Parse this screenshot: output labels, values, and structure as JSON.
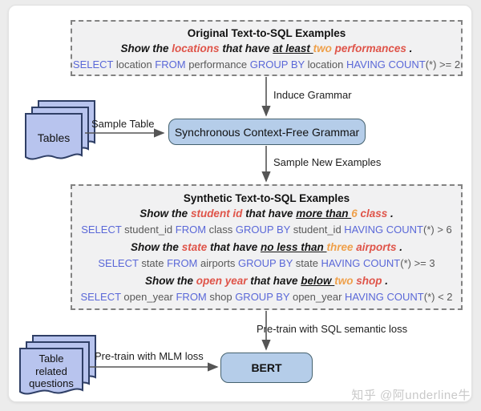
{
  "original_box": {
    "title": "Original Text-to-SQL Examples",
    "examples": [
      {
        "nl": [
          {
            "t": "Show the ",
            "s": "nl"
          },
          {
            "t": "locations",
            "s": "red"
          },
          {
            "t": " that have ",
            "s": "nl"
          },
          {
            "t": "at least ",
            "s": "ul"
          },
          {
            "t": "two",
            "s": "orange"
          },
          {
            "t": " performances",
            "s": "red"
          },
          {
            "t": " .",
            "s": "nl"
          }
        ],
        "sql": [
          {
            "t": "SELECT ",
            "s": "kw"
          },
          {
            "t": "location ",
            "s": "code"
          },
          {
            "t": "FROM ",
            "s": "kw"
          },
          {
            "t": "performance ",
            "s": "code"
          },
          {
            "t": "GROUP BY ",
            "s": "kw"
          },
          {
            "t": "location ",
            "s": "code"
          },
          {
            "t": "HAVING COUNT",
            "s": "kw"
          },
          {
            "t": "(*)  >=  2",
            "s": "code"
          }
        ]
      }
    ]
  },
  "synthetic_box": {
    "title": "Synthetic Text-to-SQL Examples",
    "examples": [
      {
        "nl": [
          {
            "t": "Show the ",
            "s": "nl"
          },
          {
            "t": "student id",
            "s": "red"
          },
          {
            "t": " that have ",
            "s": "nl"
          },
          {
            "t": "more than ",
            "s": "ul"
          },
          {
            "t": "6",
            "s": "orange"
          },
          {
            "t": " class",
            "s": "red"
          },
          {
            "t": " .",
            "s": "nl"
          }
        ],
        "sql": [
          {
            "t": "SELECT ",
            "s": "kw"
          },
          {
            "t": "student_id ",
            "s": "code"
          },
          {
            "t": "FROM ",
            "s": "kw"
          },
          {
            "t": "class ",
            "s": "code"
          },
          {
            "t": "GROUP BY ",
            "s": "kw"
          },
          {
            "t": "student_id ",
            "s": "code"
          },
          {
            "t": "HAVING COUNT",
            "s": "kw"
          },
          {
            "t": "(*)  >  6",
            "s": "code"
          }
        ]
      },
      {
        "nl": [
          {
            "t": "Show the ",
            "s": "nl"
          },
          {
            "t": "state",
            "s": "red"
          },
          {
            "t": " that have ",
            "s": "nl"
          },
          {
            "t": "no less than ",
            "s": "ul"
          },
          {
            "t": "three",
            "s": "orange"
          },
          {
            "t": " airports",
            "s": "red"
          },
          {
            "t": " .",
            "s": "nl"
          }
        ],
        "sql": [
          {
            "t": "SELECT ",
            "s": "kw"
          },
          {
            "t": "state ",
            "s": "code"
          },
          {
            "t": "FROM ",
            "s": "kw"
          },
          {
            "t": "airports ",
            "s": "code"
          },
          {
            "t": "GROUP BY ",
            "s": "kw"
          },
          {
            "t": "state ",
            "s": "code"
          },
          {
            "t": "HAVING COUNT",
            "s": "kw"
          },
          {
            "t": "(*)  >=  3",
            "s": "code"
          }
        ]
      },
      {
        "nl": [
          {
            "t": "Show the ",
            "s": "nl"
          },
          {
            "t": "open year",
            "s": "red"
          },
          {
            "t": " that have ",
            "s": "nl"
          },
          {
            "t": "below ",
            "s": "ul"
          },
          {
            "t": "two",
            "s": "orange"
          },
          {
            "t": " shop",
            "s": "red"
          },
          {
            "t": " .",
            "s": "nl"
          }
        ],
        "sql": [
          {
            "t": "SELECT ",
            "s": "kw"
          },
          {
            "t": "open_year ",
            "s": "code"
          },
          {
            "t": "FROM ",
            "s": "kw"
          },
          {
            "t": "shop ",
            "s": "code"
          },
          {
            "t": "GROUP BY ",
            "s": "kw"
          },
          {
            "t": "open_year ",
            "s": "code"
          },
          {
            "t": "HAVING COUNT",
            "s": "kw"
          },
          {
            "t": "(*)  <  2",
            "s": "code"
          }
        ]
      }
    ]
  },
  "nodes": {
    "scfg": "Synchronous Context-Free Grammar",
    "bert": "BERT",
    "tables_stack": "Tables",
    "questions_stack": [
      "Table",
      "related",
      "questions"
    ]
  },
  "labels": {
    "induce_grammar": "Induce Grammar",
    "sample_table": "Sample Table",
    "sample_new_examples": "Sample New Examples",
    "sql_semantic_loss": "Pre-train with SQL semantic loss",
    "mlm_loss": "Pre-train with MLM loss"
  },
  "watermark": "知乎 @阿underline牛",
  "colors": {
    "sql_keyword": "#5a68d8",
    "sql_plain": "#595959",
    "nl_entity_red": "#df5449",
    "nl_value_orange": "#efa04a",
    "node_fill": "#b5cde9",
    "node_border": "#45626f",
    "doc_fill": "#b8c4ee",
    "doc_border": "#2f3f66",
    "dashed_box_fill": "#f1f1f2",
    "dashed_box_border": "#828282",
    "arrow": "#555555"
  }
}
